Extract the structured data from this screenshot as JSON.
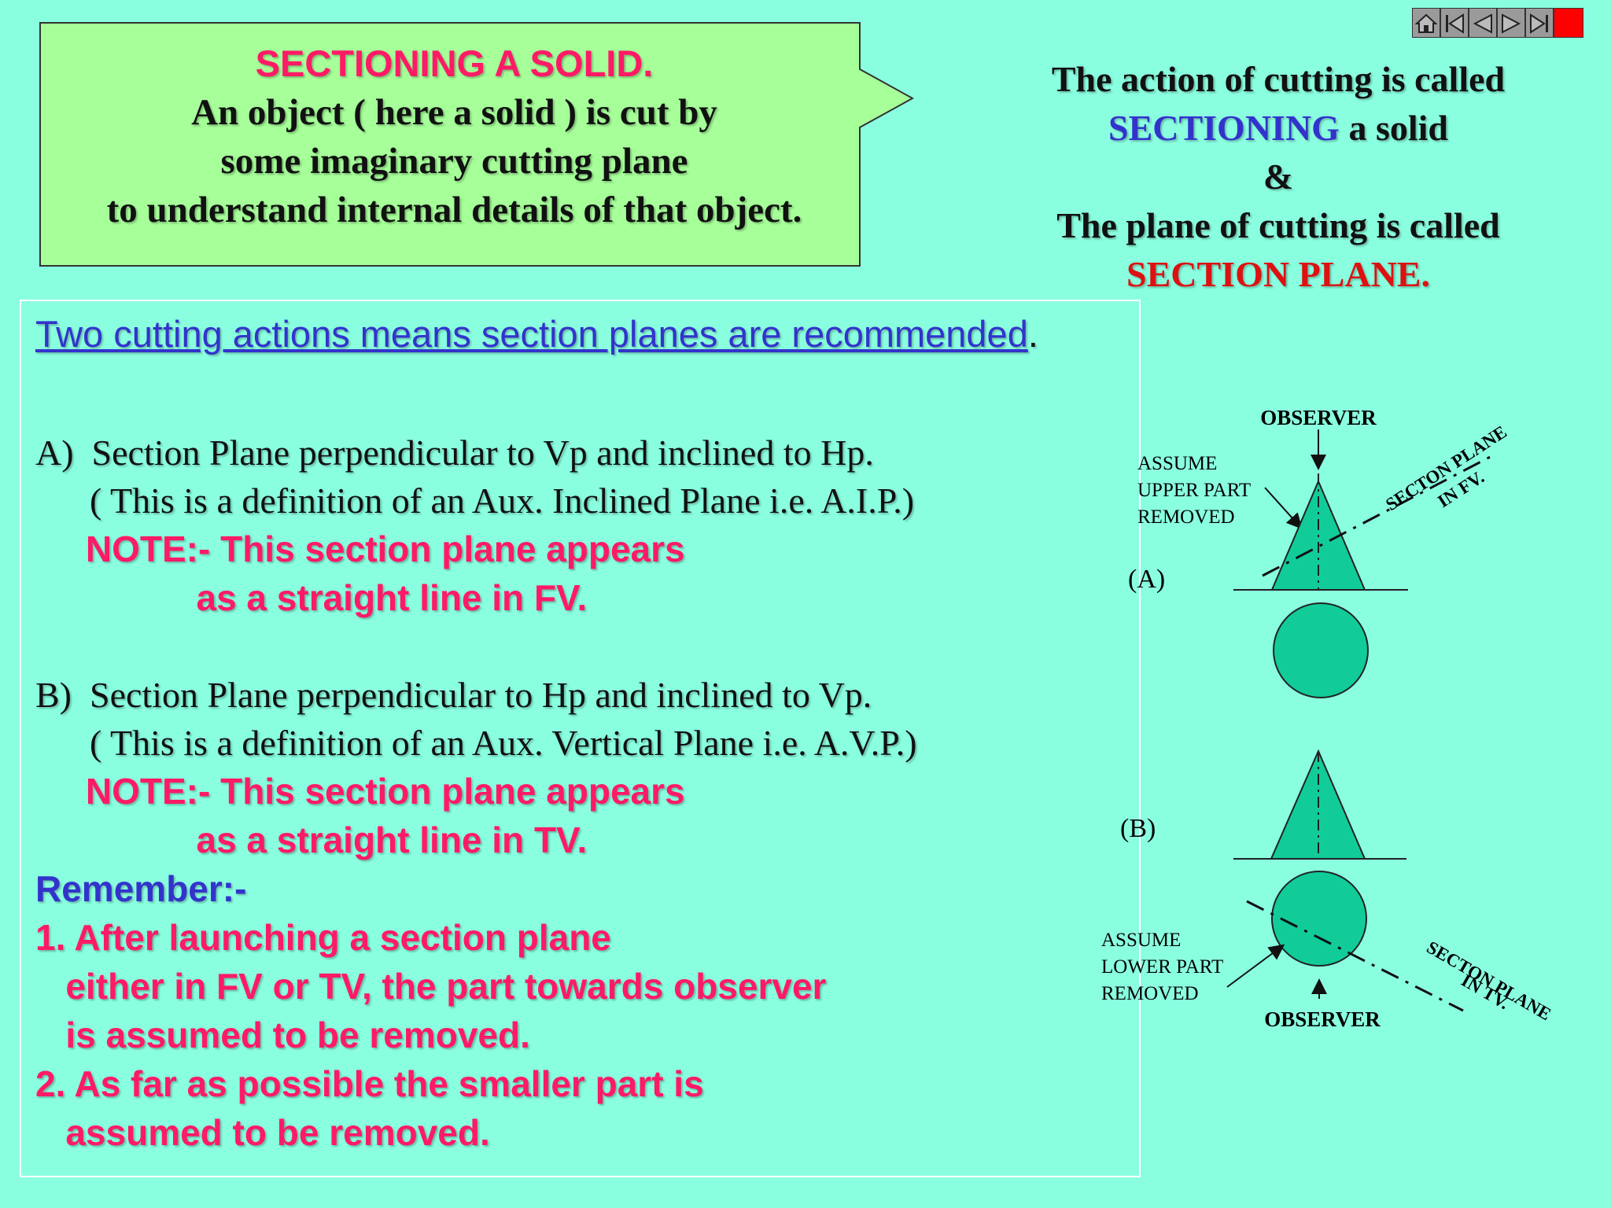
{
  "nav": {
    "home_icon": "home-icon",
    "first_icon": "first-slide-icon",
    "prev_icon": "previous-slide-icon",
    "next_icon": "next-slide-icon",
    "last_icon": "last-slide-icon",
    "stop_icon": "stop-icon"
  },
  "callout": {
    "title": "SECTIONING A SOLID.",
    "lines": [
      "An object ( here a solid ) is cut by",
      "some imaginary cutting plane",
      "to understand internal details of that object."
    ]
  },
  "right_header": {
    "line1": "The action of cutting is called",
    "line2_highlight": "SECTIONING",
    "line2_rest": " a solid",
    "line3": "&",
    "line4": "The plane of cutting is called",
    "line5": "SECTION PLANE."
  },
  "main": {
    "heading": "Two cutting actions means section planes are recommended",
    "heading_end": ".",
    "a_line1": "A)  Section Plane perpendicular to Vp and inclined to Hp.",
    "a_line2": "      ( This is a definition of an Aux. Inclined Plane i.e. A.I.P.)",
    "a_note1": "     NOTE:- This section plane appears",
    "a_note2": "                as a straight line in FV.",
    "b_line1": "B)  Section Plane perpendicular to Hp and inclined to Vp.",
    "b_line2": "      ( This is a definition of an Aux. Vertical Plane i.e. A.V.P.)",
    "b_note1": "     NOTE:- This section plane appears",
    "b_note2": "                as a straight line in TV.",
    "remember": "Remember:-",
    "r1_line1": "1. After launching a section plane",
    "r1_line2": "   either in FV or TV, the part towards observer",
    "r1_line3": "   is assumed to be removed.",
    "r2_line1": "2. As far as possible the smaller part is",
    "r2_line2": "   assumed to be removed."
  },
  "diagram": {
    "a": {
      "label": "(A)",
      "observer": "OBSERVER",
      "assume1": "ASSUME",
      "assume2": "UPPER PART",
      "assume3": "REMOVED",
      "plane1": "SECTON PLANE",
      "plane2": "IN FV."
    },
    "b": {
      "label": "(B)",
      "observer": "OBSERVER",
      "assume1": "ASSUME",
      "assume2": "LOWER PART",
      "assume3": "REMOVED",
      "plane1": "SECTON PLANE",
      "plane2": "IN TV."
    }
  },
  "colors": {
    "background": "#8affe0",
    "callout_fill": "#a6ff99",
    "solid_fill": "#11cc99",
    "pink": "#ff1a66",
    "blue": "#3333cc",
    "red": "#dd1111"
  }
}
